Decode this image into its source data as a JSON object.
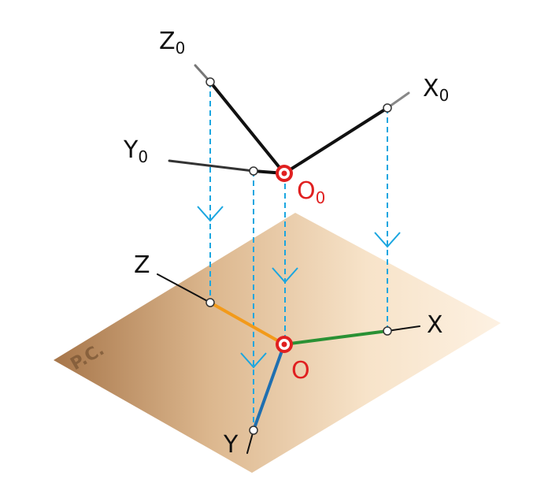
{
  "labels": {
    "z0": "Z",
    "z0_sub": "0",
    "x0": "X",
    "x0_sub": "0",
    "y0": "Y",
    "y0_sub": "0",
    "o0": "O",
    "o0_sub": "0",
    "z": "Z",
    "x": "X",
    "y": "Y",
    "o": "O",
    "plane": "P.C."
  },
  "colors": {
    "projection_line": "#1aa6e0",
    "origin": "#e02020",
    "axis_x": "#2a9134",
    "axis_y": "#1f6fb0",
    "axis_z": "#f29a1a",
    "plane_light": "#fbeedd",
    "plane_dark": "#a7764a",
    "axis_3d": "#111111"
  }
}
